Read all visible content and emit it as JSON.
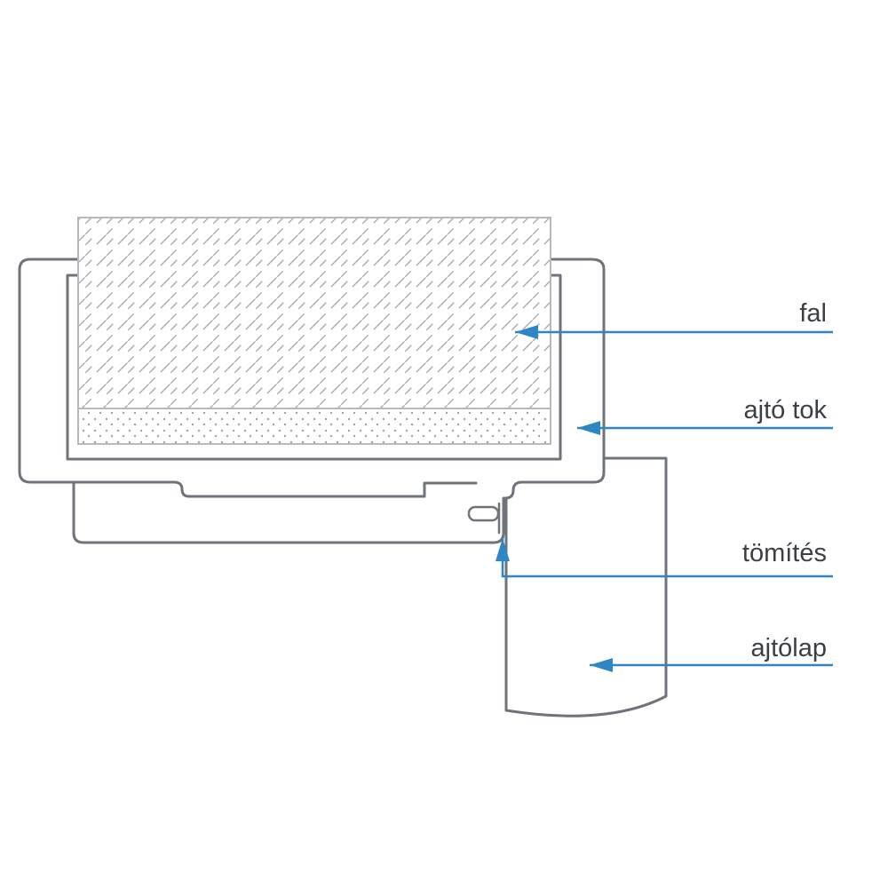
{
  "diagram": {
    "labels": {
      "wall": "fal",
      "frame": "ajtó tok",
      "seal": "tömítés",
      "door_leaf": "ajtólap"
    },
    "colors": {
      "accent": "#2e86c4",
      "line": "#6f747a",
      "light_line": "#b6babf",
      "hatch": "#a8adb3",
      "dots": "#9fa4aa",
      "text": "#3b4046"
    }
  }
}
